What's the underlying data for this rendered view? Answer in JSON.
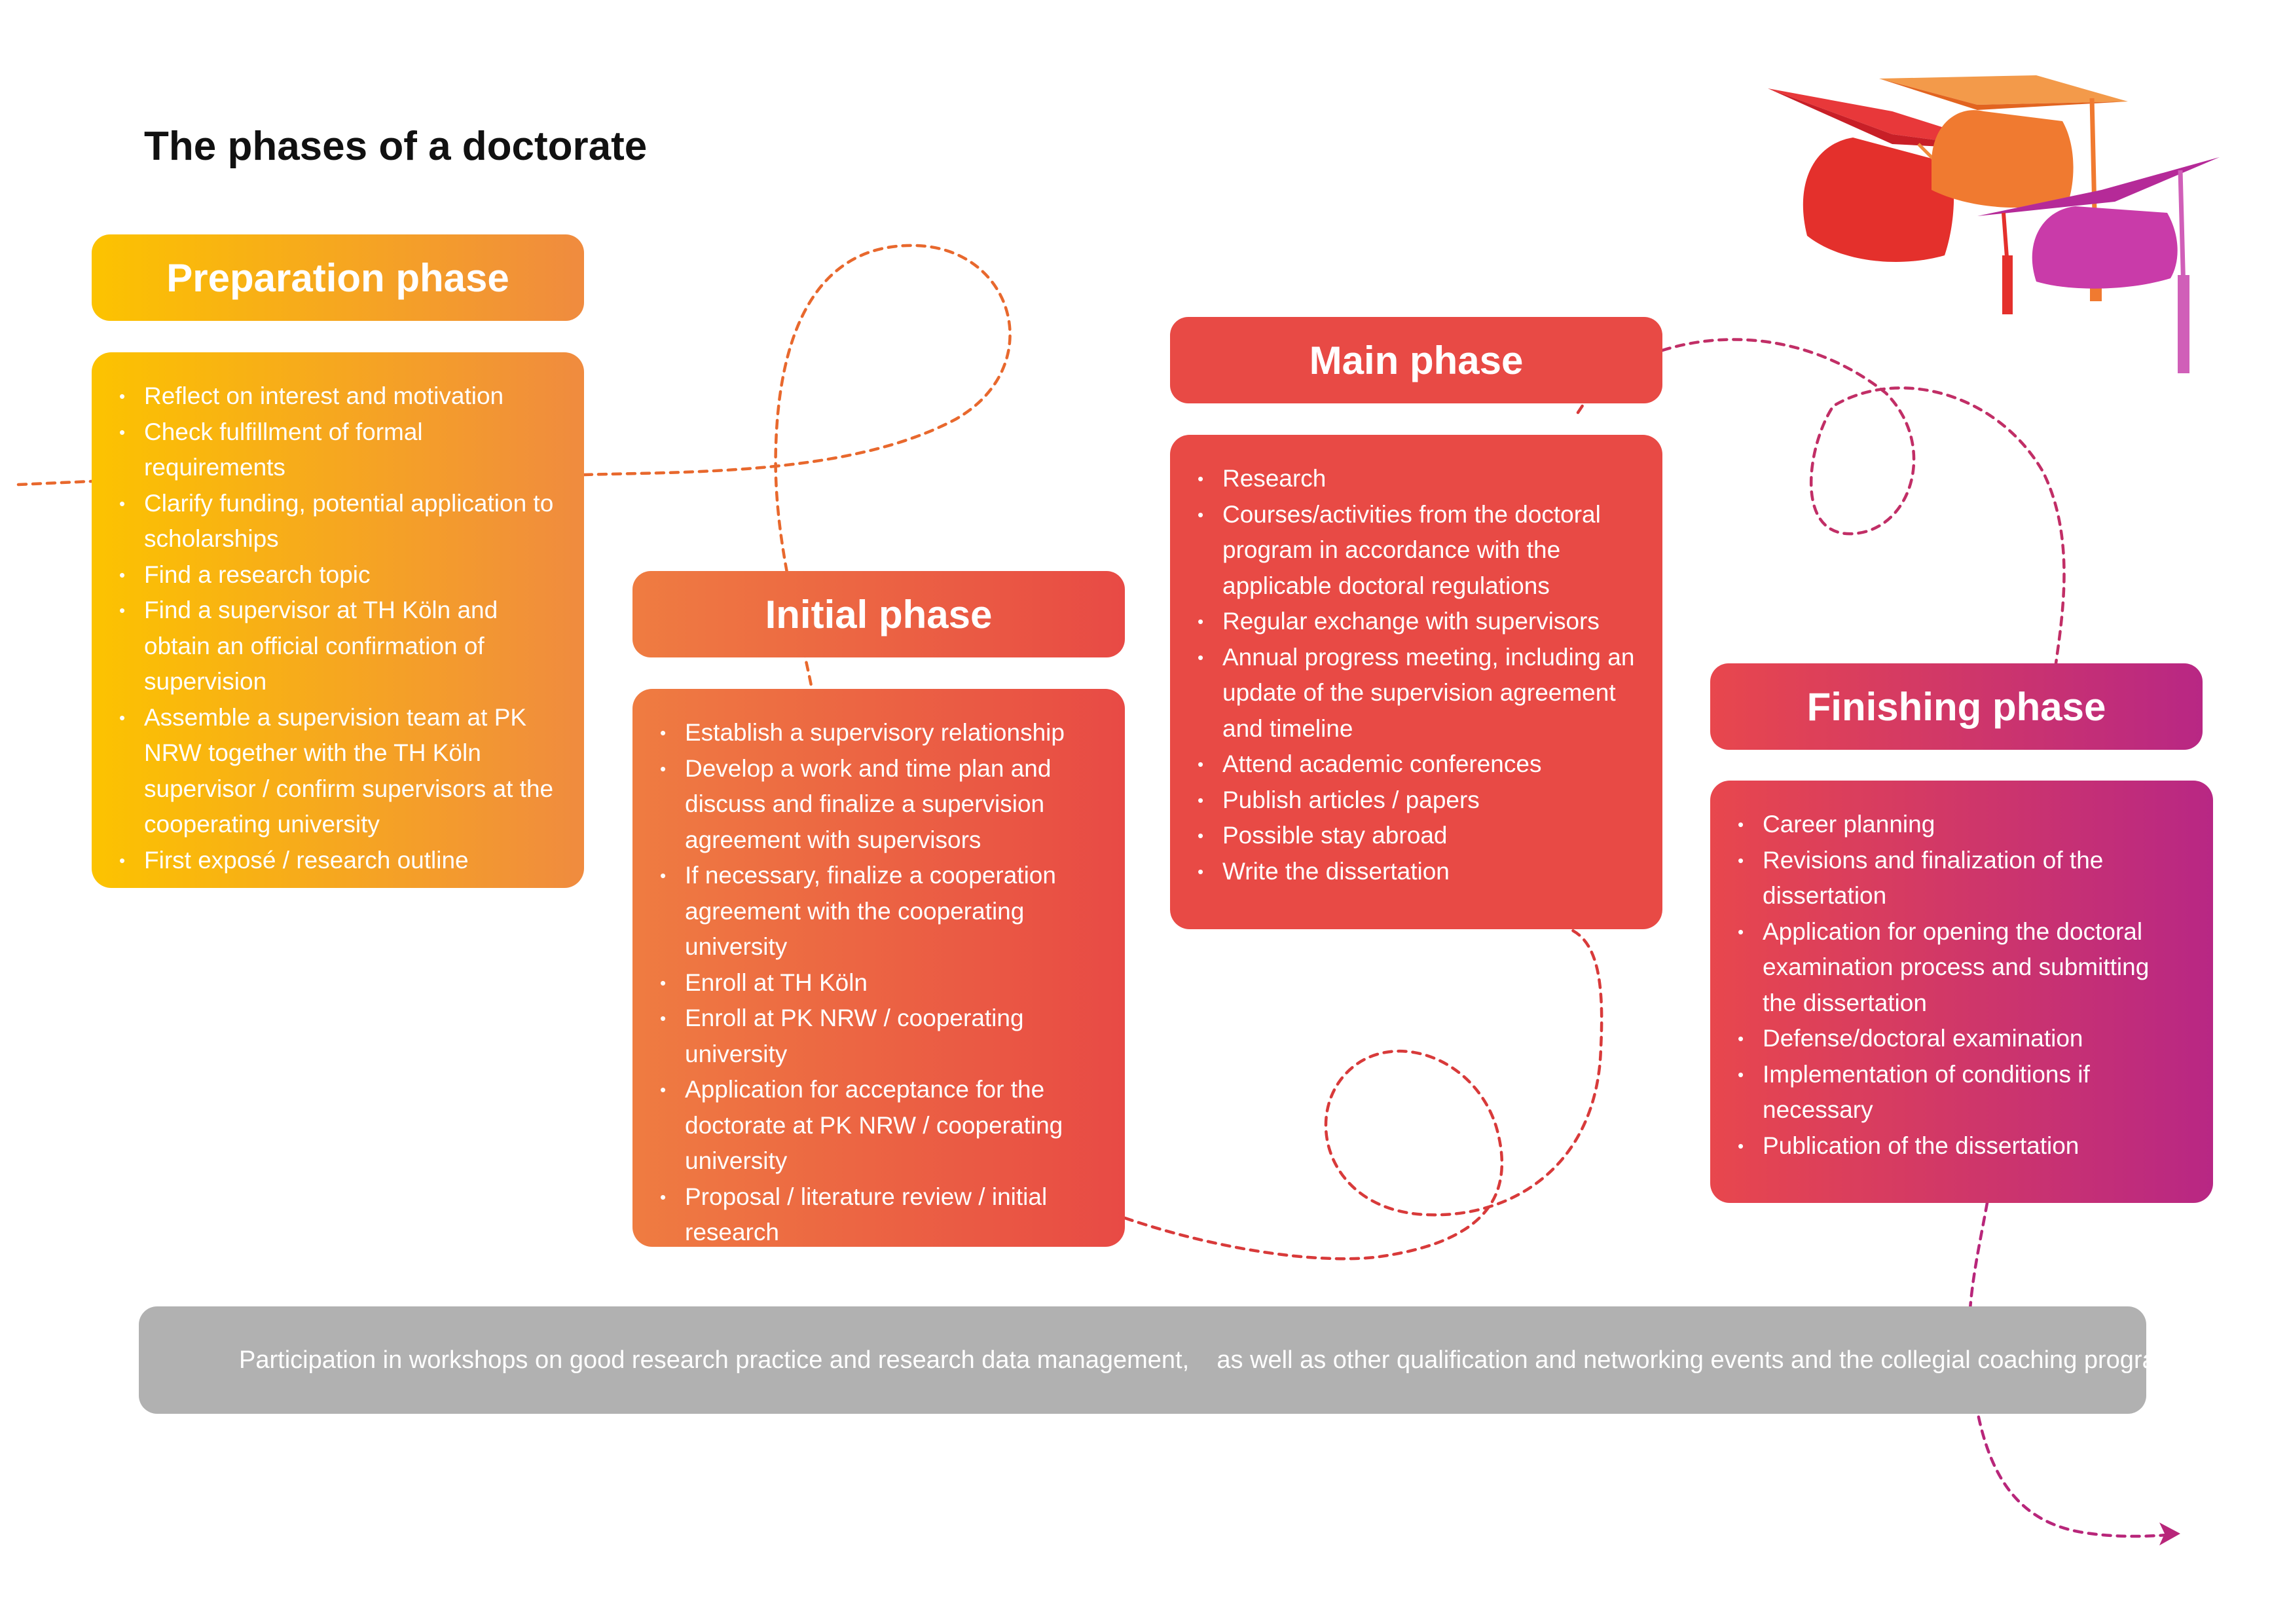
{
  "title": "The phases of a doctorate",
  "colors": {
    "preparation": [
      "#fcc300",
      "#f08b3f"
    ],
    "initial": [
      "#ef7c41",
      "#e84a45"
    ],
    "main": "#e84a45",
    "finishing": [
      "#e8474d",
      "#b82784"
    ],
    "footer": "#b1b1b1",
    "dash_orange": "#e8682d",
    "dash_red": "#d83a3a",
    "dash_purple": "#b8267a"
  },
  "phases": [
    {
      "title": "Preparation phase",
      "items": [
        "Reflect on interest and motivation",
        "Check fulfillment of formal requirements",
        "Clarify funding, potential application to scholarships",
        "Find a research topic",
        "Find a supervisor at TH Köln and obtain an official confirmation of supervision",
        "Assemble a supervision team at PK NRW together with the TH Köln supervisor / confirm supervisors at the cooperating university",
        "First exposé / research outline"
      ]
    },
    {
      "title": "Initial phase",
      "items": [
        "Establish a supervisory relationship",
        "Develop a work and time plan and discuss and finalize a supervision agreement with supervisors",
        "If necessary, finalize a cooperation agreement with the cooperating university",
        "Enroll at TH Köln",
        "Enroll at PK NRW / cooperating university",
        "Application for acceptance for the doctorate at PK NRW / cooperating university",
        "Proposal / literature review / initial research"
      ]
    },
    {
      "title": "Main phase",
      "items": [
        "Research",
        "Courses/activities from the doctoral program in accordance with the applicable doctoral regulations",
        "Regular exchange with supervisors",
        "Annual progress meeting, including an update of the supervision agreement and timeline",
        "Attend academic conferences",
        "Publish articles / papers",
        "Possible stay abroad",
        "Write the dissertation"
      ]
    },
    {
      "title": "Finishing phase",
      "items": [
        "Career planning",
        "Revisions and finalization of the dissertation",
        "Application for opening the doctoral examination process and submitting the dissertation",
        "Defense/doctoral examination",
        "Implementation of conditions if necessary",
        "Publication of the dissertation"
      ]
    }
  ],
  "footer": {
    "text": "Participation in workshops on good research practice and research data management,    as well as other qualification and networking events and the collegial coaching program"
  },
  "decorations": {
    "caps_icon": "graduation-caps-icon",
    "arrow_icon": "arrow-head-icon"
  }
}
